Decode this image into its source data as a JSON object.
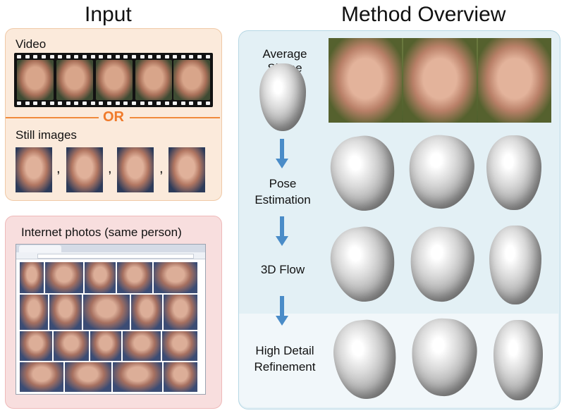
{
  "input": {
    "title": "Input",
    "video_label": "Video",
    "or_label": "OR",
    "still_label": "Still images",
    "still_separator": ",",
    "internet_label": "Internet photos (same person)"
  },
  "method": {
    "title": "Method Overview",
    "average_shape_label": "Average Shape",
    "stage_pose": "Pose\nEstimation",
    "stage_pose_l1": "Pose",
    "stage_pose_l2": "Estimation",
    "stage_flow": "3D Flow",
    "stage_detail_l1": "High Detail",
    "stage_detail_l2": "Refinement"
  },
  "colors": {
    "input_panel": "#fbeadb",
    "internet_panel": "#f8dede",
    "method_panel": "#e3f0f5",
    "or_accent": "#f07a2a",
    "arrow": "#4a8cc8"
  }
}
